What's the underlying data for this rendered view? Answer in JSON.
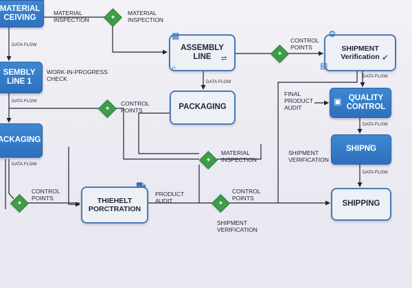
{
  "nodes": {
    "material_receiving": "MATERIAL\nCEIVING",
    "assembly_line_1": "SEMBLY\nLINE 1",
    "packaging_left": "ACKAGING",
    "assembly_line": "ASSEMBLY\nLINE",
    "packaging": "PACKAGING",
    "thiehelt": "THIEHELT\nPORCTRATION",
    "shipment_verification": "SHIPMENT\nVerification",
    "quality_control": "QUALITY\nCONTROL",
    "shipng": "SHIPNG",
    "shipping": "SHIPPING"
  },
  "labels": {
    "material_inspection_top_a": "MATERIAL\nINSPECTION",
    "material_inspection_top_b": "MATERIAL\nINSPECTION",
    "work_in_progress": "WORK-IN-PROGRESS\nCHECK",
    "control_points_mid": "CONTROL\nPOINTS",
    "control_points_top_right": "CONTROL\nPOINTS",
    "final_product_audit": "FINAL\nPRODUCT\nAUDIT",
    "shipment_verification_right": "SHIPMENT\nVERIFICATION",
    "material_inspection_mid": "MATERIAL\nINSPECTION",
    "control_points_left": "CONTROL\nPOINTS",
    "product_audit": "PRODUCT\nAUDIT",
    "control_points_bottom": "CONTROL\nPOINTS",
    "shipment_verification_bottom": "SHIPMENT\nVerification"
  },
  "edges": {
    "df_1": "DATA FLOW",
    "df_2": "DATA FLOW",
    "df_3": "DATA FLOW",
    "df_4": "DATA FLOW",
    "df_5": "DATA FLOW",
    "df_6": "DATA FLOW",
    "df_7": "DATA FLOW"
  },
  "colors": {
    "node_blue": "#2f72bf",
    "gate_green": "#3f9d49",
    "wire": "#1e2430"
  },
  "icons": {
    "gate": "wrench-icon",
    "assembly": "conveyor-icon",
    "inspect": "magnifier-icon",
    "verify": "gear-check-icon"
  }
}
